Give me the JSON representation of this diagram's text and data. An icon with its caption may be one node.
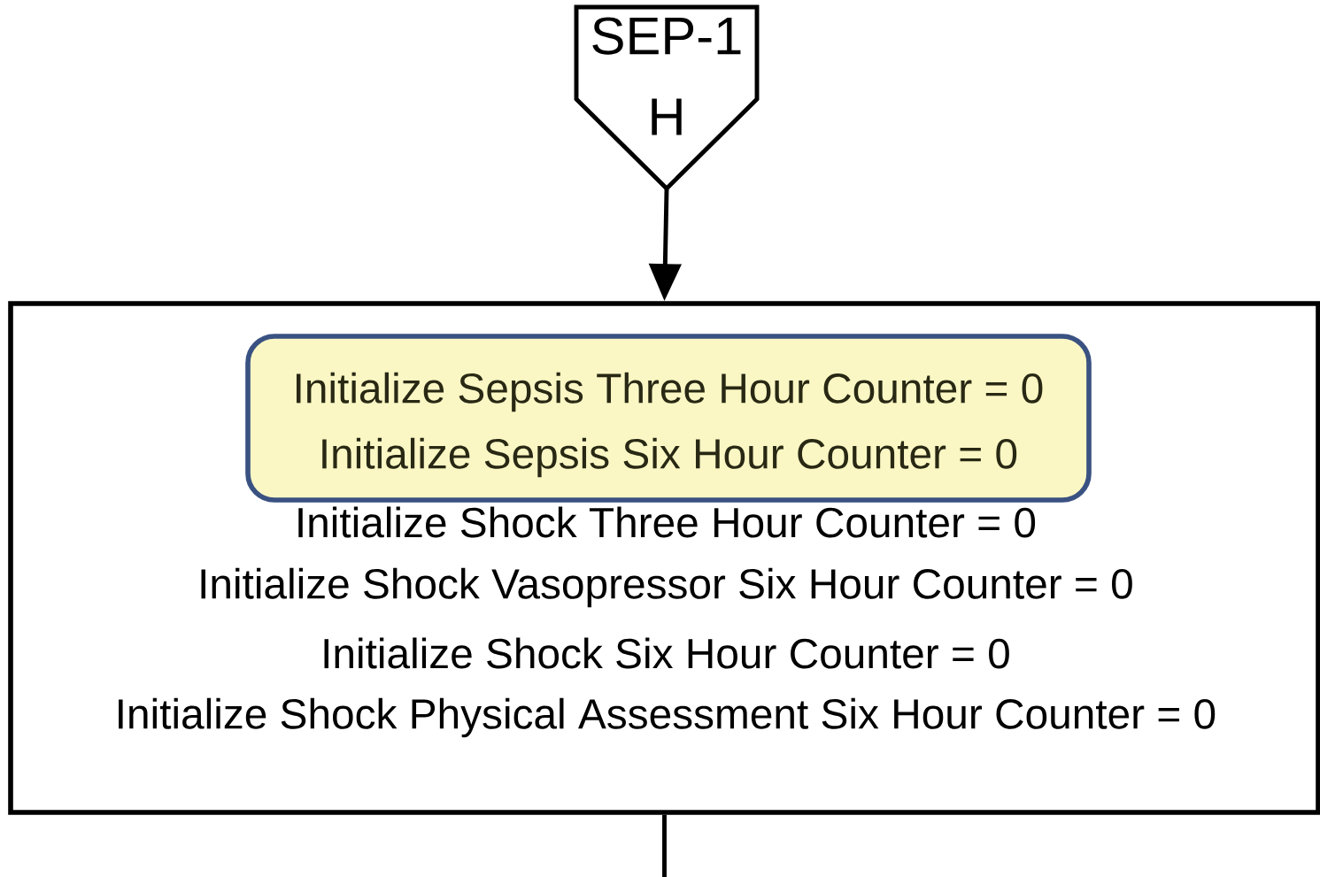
{
  "diagram": {
    "nodes": [
      {
        "text": [
          "SEP-1 H"
        ]
      },
      {
        "text": [
          "Initialize Shock Three Hour Counter = 0",
          "Initialize Shock Vasopressor Six Hour Counter = 0",
          "Initialize Shock Six Hour Counter = 0",
          "Initialize Shock Physical Assessment Six Hour Counter = 0"
        ]
      },
      {
        "text": [
          "Initialize Sepsis Three Hour Counter = 0",
          "Initialize Sepsis Six Hour Counter = 0"
        ],
        "in": 1
      }
    ],
    "edges": [
      {
        "from": 0,
        "to": 1,
        "arrow": "to"
      },
      {
        "from": 1,
        "to": null,
        "arrow": "none"
      }
    ]
  }
}
